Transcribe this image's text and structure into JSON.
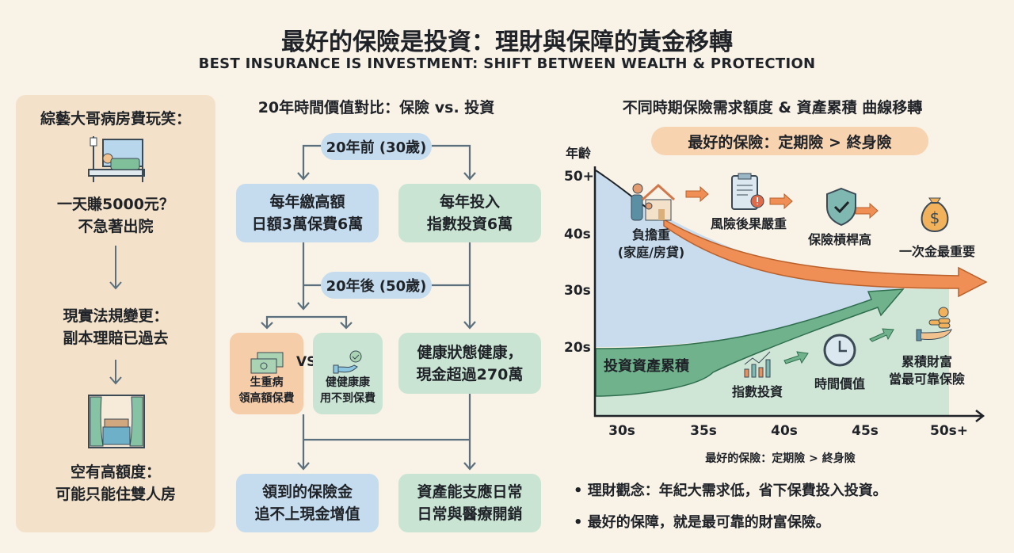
{
  "title": "最好的保險是投資：理財與保障的黃金移轉",
  "subtitle": "BEST INSURANCE IS INVESTMENT: SHIFT BETWEEN WEALTH & PROTECTION",
  "left": {
    "heading": "綜藝大哥病房費玩笑：",
    "step1": [
      "一天賺5000元？",
      "不急著出院"
    ],
    "step2": [
      "現實法規變更：",
      "副本理賠已過去"
    ],
    "step3": [
      "空有高額度：",
      "可能只能住雙人房"
    ]
  },
  "middle": {
    "heading": "20年時間價值對比：保險 vs. 投資",
    "before": "20年前 (30歲)",
    "insurance": [
      "每年繳高額",
      "日額3萬保費6萬"
    ],
    "invest": [
      "每年投入",
      "指數投資6萬"
    ],
    "after": "20年後 (50歲)",
    "sick": [
      "生重病",
      "領高額保費"
    ],
    "vs": "VS",
    "healthy": [
      "健健康康",
      "用不到保費"
    ],
    "invest_result": [
      "健康狀態健康，",
      "現金超過270萬"
    ],
    "insurance_final": [
      "領到的保險金",
      "追不上現金增值"
    ],
    "invest_final": [
      "資產能支應日常",
      "日常與醫療開銷"
    ]
  },
  "right": {
    "heading": "不同時期保險需求額度 & 資產累積 曲線移轉",
    "banner": "最好的保險：定期險 > 終身險",
    "y_axis_label": "年齡",
    "y_ticks": [
      "50+",
      "40s",
      "30s",
      "20s"
    ],
    "x_ticks": [
      "30s",
      "35s",
      "40s",
      "45s",
      "50s+"
    ],
    "x_caption": "最好的保險：定期險 > 終身險",
    "burden": [
      "負擔重",
      "(家庭/房貸)"
    ],
    "risk": "風險後果嚴重",
    "leverage": "保險槓桿高",
    "lump": "一次金最重要",
    "accumulate": "投資資產累積",
    "index": "指數投資",
    "time": "時間價值",
    "wealth": [
      "累積財富",
      "當最可靠保險"
    ],
    "colors": {
      "insurance_area": "#c8dcee",
      "invest_area": "#cfe6d6",
      "orange_arrow": "#ef8f55",
      "green_arrow": "#6fb28c"
    },
    "bullets": [
      "理財觀念：年紀大需求低，省下保費投入投資。",
      "最好的保障，就是最可靠的財富保險。"
    ]
  }
}
